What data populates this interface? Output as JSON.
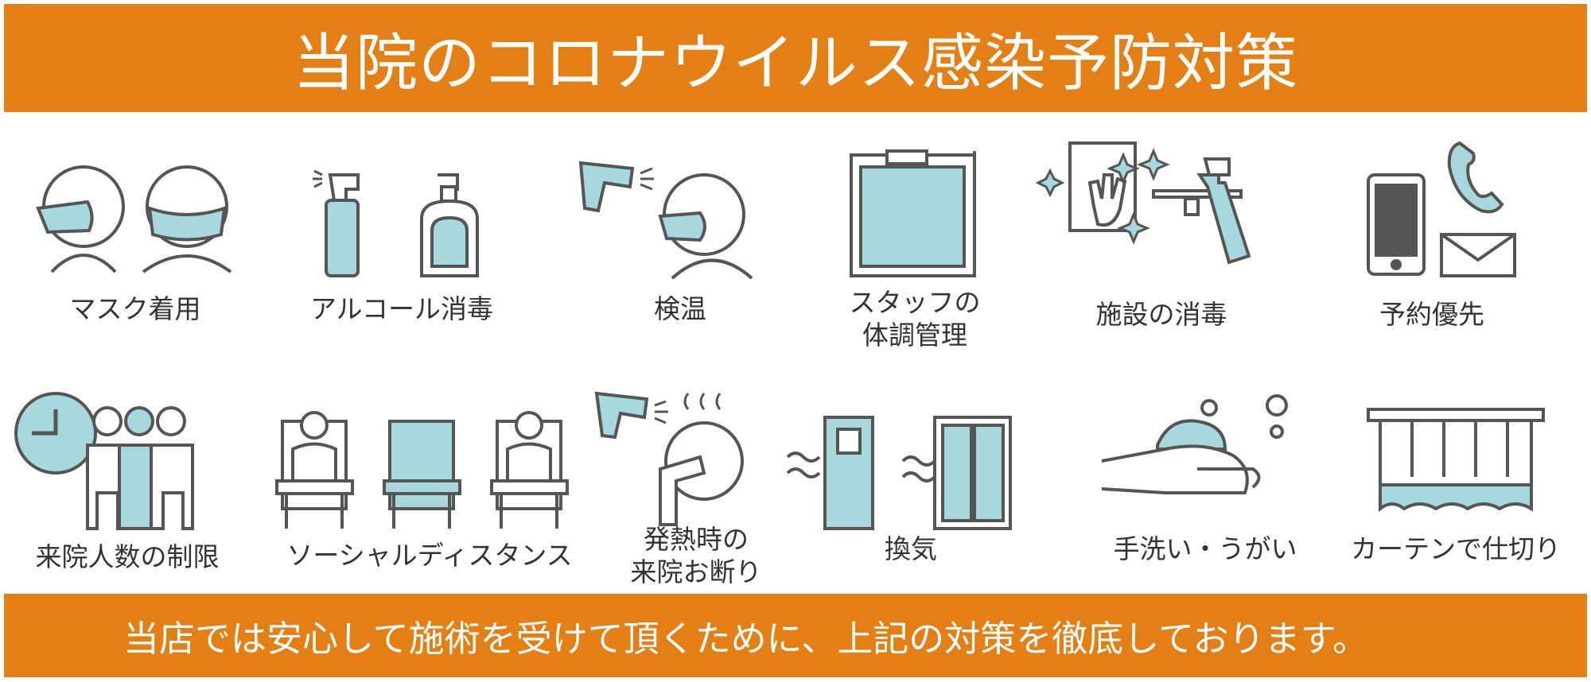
{
  "colors": {
    "accent": "#e37f14",
    "icon_fill": "#a6d8dc",
    "icon_stroke": "#555555",
    "text": "#333333"
  },
  "title": "当院のコロナウイルス感染予防対策",
  "items": [
    {
      "label": "マスク着用",
      "icon": "mask-icon"
    },
    {
      "label": "アルコール消毒",
      "icon": "sanitizer-bottles-icon"
    },
    {
      "label": "検温",
      "icon": "thermometer-icon"
    },
    {
      "label_lines": [
        "スタッフの",
        "体調管理"
      ],
      "icon": "clipboard-icon"
    },
    {
      "label": "施設の消毒",
      "icon": "disinfect-facility-icon"
    },
    {
      "label": "予約優先",
      "icon": "phone-mail-icon"
    },
    {
      "label": "来院人数の制限",
      "icon": "clock-people-icon"
    },
    {
      "label": "ソーシャルディスタンス",
      "icon": "distanced-seats-icon"
    },
    {
      "label_lines": [
        "発熱時の",
        "来院お断り"
      ],
      "icon": "fever-icon"
    },
    {
      "label": "換気",
      "icon": "ventilation-icon"
    },
    {
      "label": "手洗い・うがい",
      "icon": "handwash-icon"
    },
    {
      "label": "カーテンで仕切り",
      "icon": "curtain-icon"
    }
  ],
  "footer": "当店では安心して施術を受けて頂くために、上記の対策を徹底しております。"
}
